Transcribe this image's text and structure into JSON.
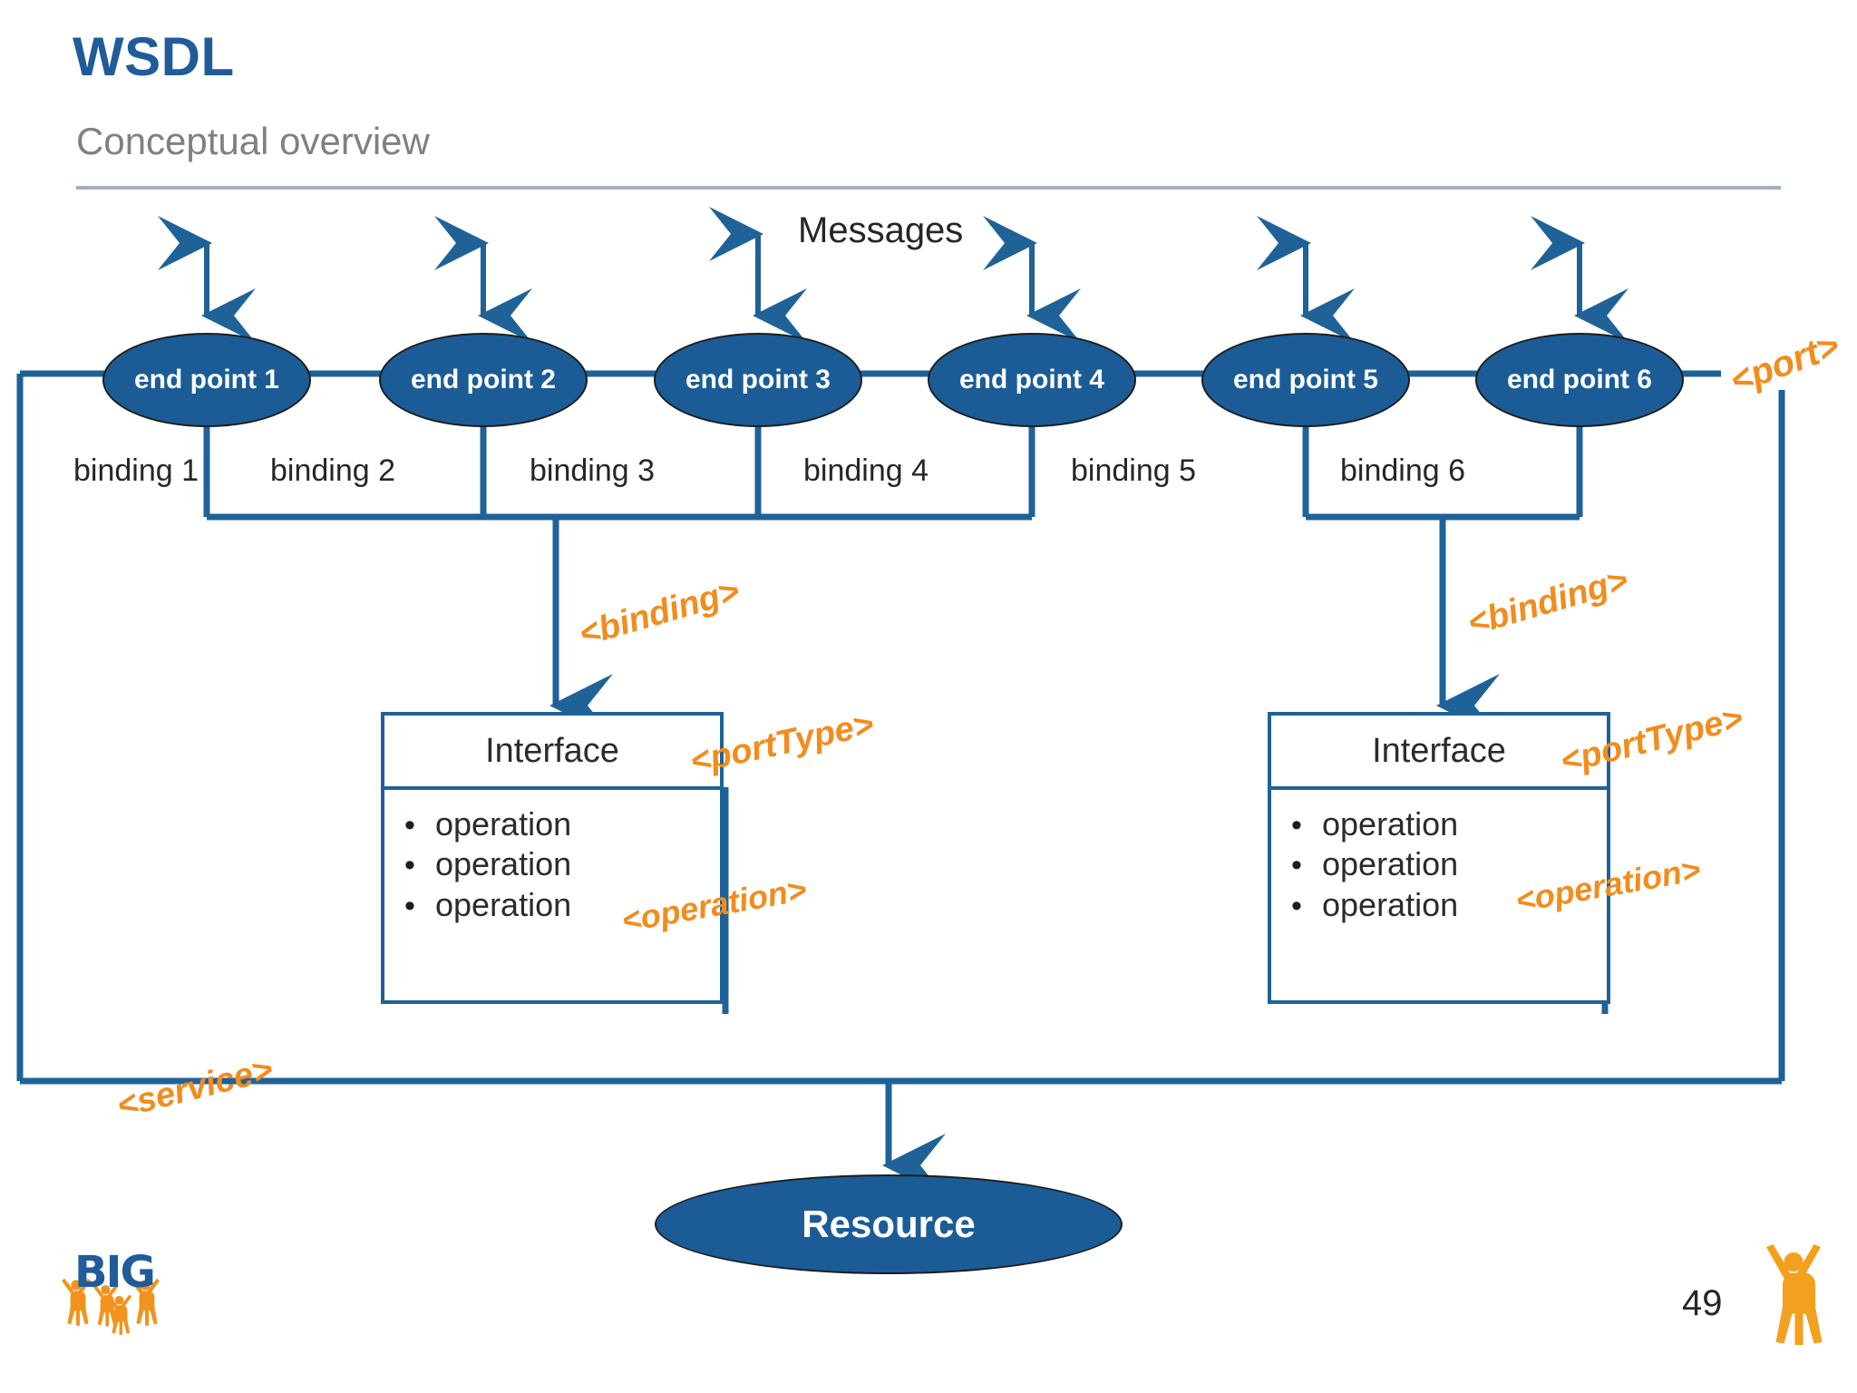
{
  "slide": {
    "title": "WSDL",
    "subtitle": "Conceptual overview",
    "page_number": "49",
    "logo_text": "BIG"
  },
  "colors": {
    "title_blue": "#1F5C99",
    "node_fill": "#1B5C96",
    "line_blue": "#1F6298",
    "tag_orange": "#F28C1E",
    "subtitle_gray": "#808080",
    "rule_gray": "#A6AEC4"
  },
  "diagram": {
    "type": "wsdl-conceptual-overview",
    "messages_label": "Messages",
    "endpoints": [
      {
        "label": "end point 1"
      },
      {
        "label": "end point 2"
      },
      {
        "label": "end point 3"
      },
      {
        "label": "end point 4"
      },
      {
        "label": "end point 5"
      },
      {
        "label": "end point 6"
      }
    ],
    "bindings": [
      {
        "label": "binding 1"
      },
      {
        "label": "binding 2"
      },
      {
        "label": "binding 3"
      },
      {
        "label": "binding 4"
      },
      {
        "label": "binding 5"
      },
      {
        "label": "binding 6"
      }
    ],
    "interfaces": [
      {
        "title": "Interface",
        "bullet": "•",
        "operations": [
          "operation",
          "operation",
          "operation"
        ]
      },
      {
        "title": "Interface",
        "bullet": "•",
        "operations": [
          "operation",
          "operation",
          "operation"
        ]
      }
    ],
    "resource": {
      "label": "Resource"
    },
    "tags": {
      "port": "<port>",
      "binding_left": "<binding>",
      "binding_right": "<binding>",
      "porttype_left": "<portType>",
      "porttype_right": "<portType>",
      "operation_left": "<operation>",
      "operation_right": "<operation>",
      "service": "<service>"
    }
  }
}
